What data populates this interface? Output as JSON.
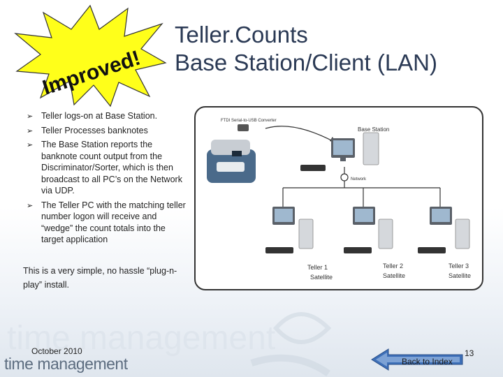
{
  "burst": {
    "text": "Improved!",
    "fill": "#ffff1a",
    "outline": "#333333",
    "text_color": "#111111"
  },
  "title": {
    "line1": "Teller.Counts",
    "line2": "Base Station/Client (LAN)"
  },
  "bullets": [
    "Teller logs-on at Base Station.",
    "Teller Processes banknotes",
    "The Base Station reports the banknote count output from the Discriminator/Sorter, which is then broadcast to all PC’s on the Network via UDP.",
    "The Teller PC with the matching teller number logon will receive and “wedge” the count totals into the target application"
  ],
  "note": "This is a very simple, no hassle “plug-n-play” install.",
  "diagram": {
    "converter_label": "FTDI Serial-to-USB Converter",
    "base_station_label": "Base Station",
    "network_label": "Network",
    "teller1": {
      "name": "Teller  1",
      "role": "Satellite"
    },
    "teller2": {
      "name": "Teller  2",
      "role": "Satellite"
    },
    "teller3": {
      "name": "Teller  3",
      "role": "Satellite"
    }
  },
  "footer": {
    "date": "October 2010",
    "brand": "time management",
    "page_number": "13",
    "back_button": "Back to Index"
  },
  "colors": {
    "title": "#2b3a55",
    "arrow_button": "#3d6fb8",
    "arrow_button_inner": "#a9c4e8"
  }
}
